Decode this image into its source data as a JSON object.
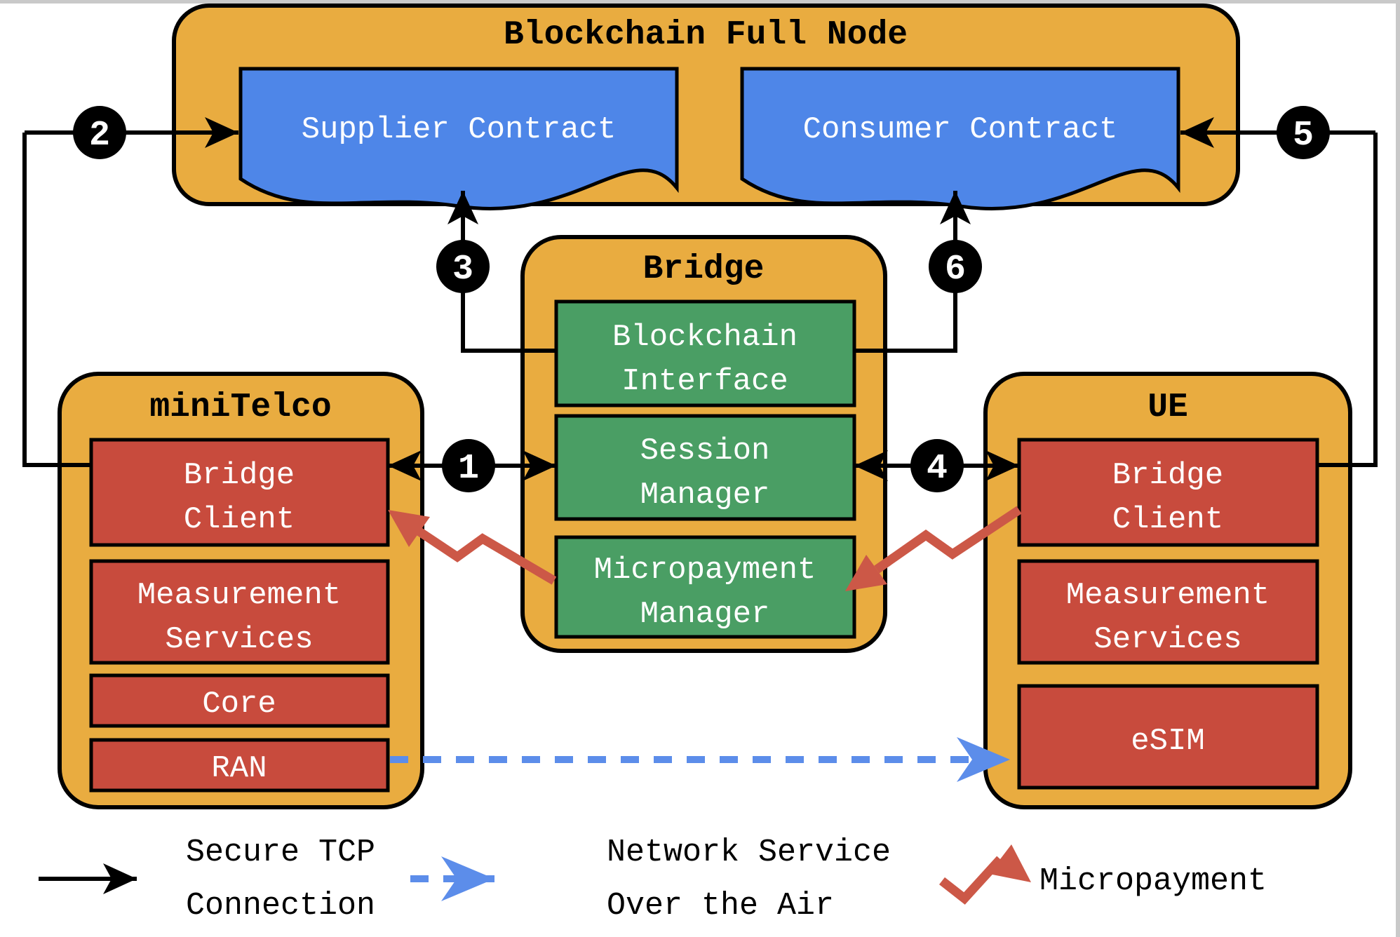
{
  "colors": {
    "container_fill": "#E9AC40",
    "contract_fill": "#4E86E8",
    "bridge_module_fill": "#4A9E64",
    "telco_module_fill": "#C84B3D",
    "micropayment_red": "#CC5847",
    "ota_blue": "#5C8DEA",
    "connector_black": "#000000",
    "circle_fill": "#000000",
    "module_text": "#FFFFFF",
    "title_text": "#000000"
  },
  "blockchain_full_node": {
    "title": "Blockchain Full Node",
    "supplier_contract": "Supplier Contract",
    "consumer_contract": "Consumer Contract"
  },
  "bridge": {
    "title": "Bridge",
    "modules": [
      {
        "line1": "Blockchain",
        "line2": "Interface"
      },
      {
        "line1": "Session",
        "line2": "Manager"
      },
      {
        "line1": "Micropayment",
        "line2": "Manager"
      }
    ]
  },
  "minitelco": {
    "title": "miniTelco",
    "modules": [
      {
        "line1": "Bridge",
        "line2": "Client"
      },
      {
        "line1": "Measurement",
        "line2": "Services"
      },
      {
        "line1": "Core"
      },
      {
        "line1": "RAN"
      }
    ]
  },
  "ue": {
    "title": "UE",
    "modules": [
      {
        "line1": "Bridge",
        "line2": "Client"
      },
      {
        "line1": "Measurement",
        "line2": "Services"
      },
      {
        "line1": "eSIM"
      }
    ]
  },
  "step_markers": [
    "1",
    "2",
    "3",
    "4",
    "5",
    "6"
  ],
  "legend": {
    "secure_tcp": {
      "line1": "Secure TCP",
      "line2": "Connection"
    },
    "ota": {
      "line1": "Network Service",
      "line2": "Over the Air"
    },
    "micropayment": {
      "line1": "Micropayment"
    }
  }
}
